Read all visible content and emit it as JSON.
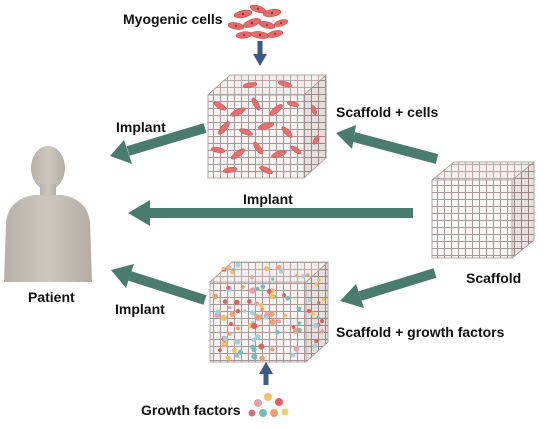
{
  "labels": {
    "myogenic_cells": "Myogenic cells",
    "scaffold_cells": "Scaffold + cells",
    "implant_top": "Implant",
    "implant_middle": "Implant",
    "implant_bottom": "Implant",
    "patient": "Patient",
    "scaffold": "Scaffold",
    "scaffold_growth": "Scaffold + growth factors",
    "growth_factors": "Growth factors"
  },
  "colors": {
    "arrow_green": "#4a7c6e",
    "arrow_blue": "#3a5a88",
    "cell_pink": "#e46a6a",
    "scaffold_grey": "#c9bcbc",
    "patient_grey": "#c2bcb4"
  }
}
